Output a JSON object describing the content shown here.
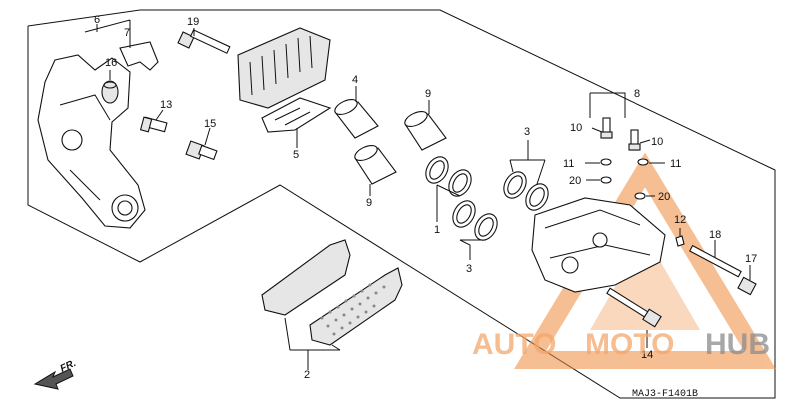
{
  "callouts": {
    "c1": "1",
    "c2": "2",
    "c3a": "3",
    "c3b": "3",
    "c4": "4",
    "c5": "5",
    "c6": "6",
    "c7": "7",
    "c8": "8",
    "c9a": "9",
    "c9b": "9",
    "c10a": "10",
    "c10b": "10",
    "c11a": "11",
    "c11b": "11",
    "c12": "12",
    "c13": "13",
    "c14": "14",
    "c15": "15",
    "c16": "16",
    "c17": "17",
    "c18": "18",
    "c19": "19",
    "c20a": "20",
    "c20b": "20"
  },
  "diagram_code": "MAJ3-F1401B",
  "direction_label": "FR.",
  "watermark": {
    "part1": "AUTO",
    "part2": "MOTO",
    "part3": "HUB",
    "accent_color": "#f08a3c",
    "dark_color": "#8c8c8c"
  }
}
